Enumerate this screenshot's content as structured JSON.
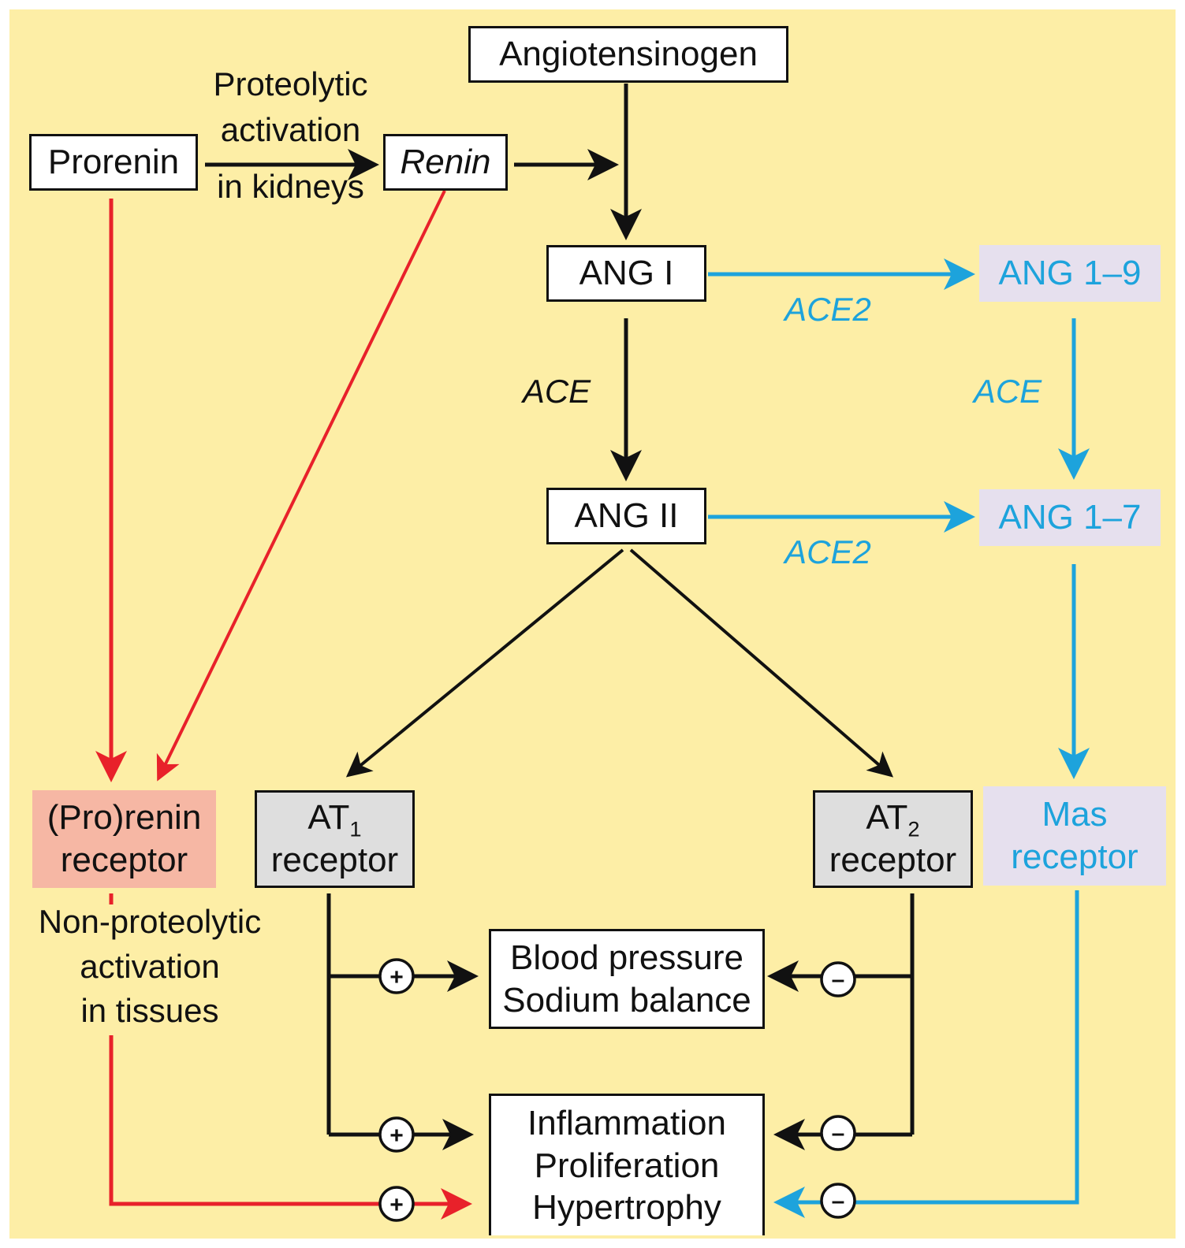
{
  "nodes": {
    "angiotensinogen": "Angiotensinogen",
    "prorenin": "Prorenin",
    "renin": "Renin",
    "ang1": "ANG I",
    "ang2": "ANG II",
    "ang19": "ANG 1–9",
    "ang17": "ANG 1–7",
    "prorenin_receptor": [
      "(Pro)renin",
      "receptor"
    ],
    "at1": {
      "name": "AT",
      "sub": "1",
      "line2": "receptor"
    },
    "at2": {
      "name": "AT",
      "sub": "2",
      "line2": "receptor"
    },
    "mas_receptor": [
      "Mas",
      "receptor"
    ],
    "bp": [
      "Blood pressure",
      "Sodium balance"
    ],
    "inflammation": [
      "Inflammation",
      "Proliferation",
      "Hypertrophy"
    ]
  },
  "labels": {
    "proteolytic": [
      "Proteolytic",
      "activation",
      "in kidneys"
    ],
    "ace_left": "ACE",
    "ace_right": "ACE",
    "ace2_upper": "ACE2",
    "ace2_lower": "ACE2",
    "non_proteolytic": [
      "Non-proteolytic",
      "activation",
      "in tissues"
    ]
  },
  "signs": {
    "plus": "+",
    "minus": "–"
  },
  "colors": {
    "background": "#fdeea6",
    "black": "#111111",
    "red": "#e8212a",
    "blue": "#1da3dc",
    "lavender": "#e6e0ee",
    "pink": "#f6b7a4",
    "grey": "#dedede"
  }
}
